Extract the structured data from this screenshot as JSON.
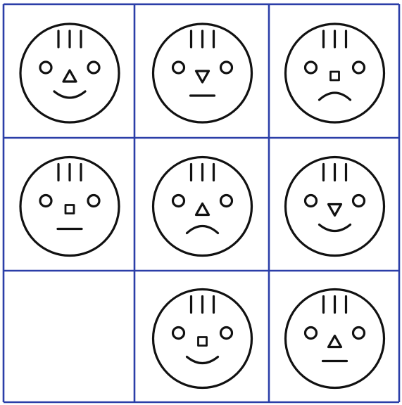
{
  "colors": {
    "grid": "#2b3ea8",
    "ink": "#111111",
    "background": "#ffffff"
  },
  "grid": {
    "rows": 3,
    "cols": 3,
    "cells": [
      {
        "row": 1,
        "col": 1,
        "face": {
          "nose": "triangle-up",
          "mouth": "smile"
        }
      },
      {
        "row": 1,
        "col": 2,
        "face": {
          "nose": "triangle-down",
          "mouth": "line"
        }
      },
      {
        "row": 1,
        "col": 3,
        "face": {
          "nose": "square",
          "mouth": "frown"
        }
      },
      {
        "row": 2,
        "col": 1,
        "face": {
          "nose": "square",
          "mouth": "line"
        }
      },
      {
        "row": 2,
        "col": 2,
        "face": {
          "nose": "triangle-up",
          "mouth": "frown"
        }
      },
      {
        "row": 2,
        "col": 3,
        "face": {
          "nose": "triangle-down",
          "mouth": "smile"
        }
      },
      {
        "row": 3,
        "col": 1,
        "face": null
      },
      {
        "row": 3,
        "col": 2,
        "face": {
          "nose": "square",
          "mouth": "smile"
        }
      },
      {
        "row": 3,
        "col": 3,
        "face": {
          "nose": "triangle-up",
          "mouth": "line"
        }
      }
    ]
  }
}
